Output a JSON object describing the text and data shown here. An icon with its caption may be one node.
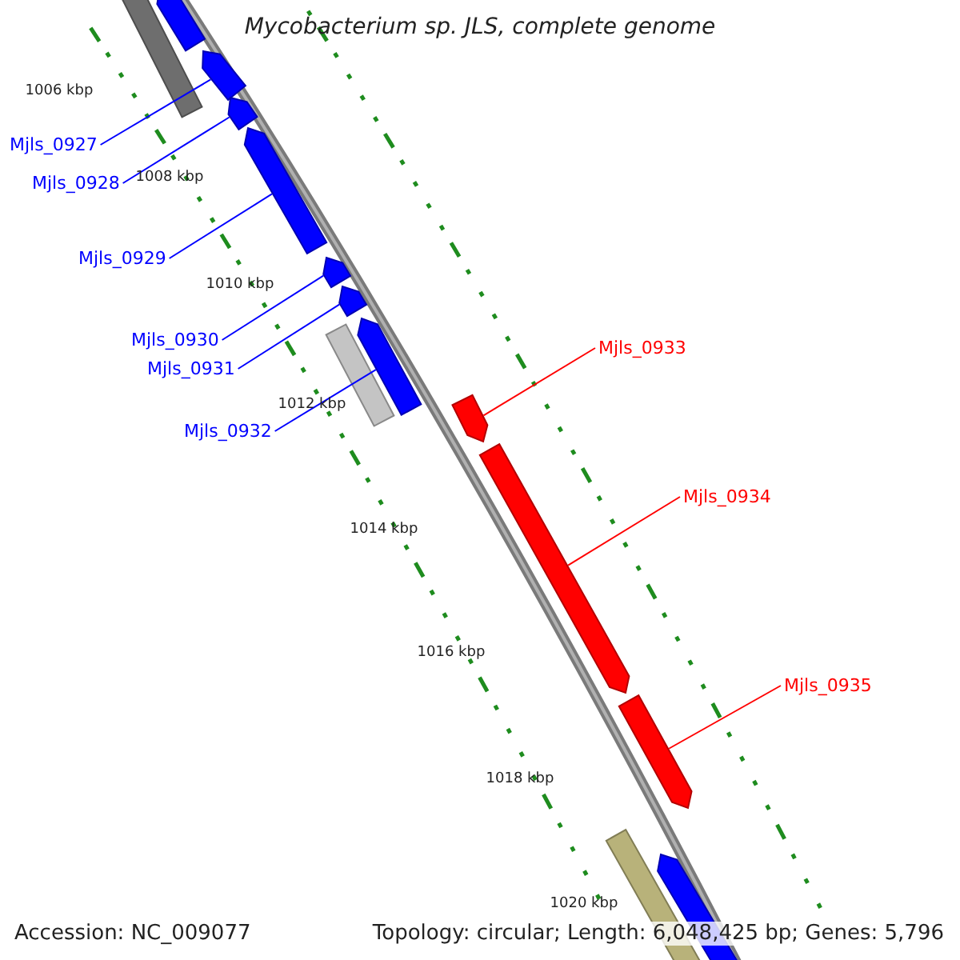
{
  "diagram": {
    "title": "Mycobacterium sp. JLS, complete genome",
    "nodes": [
      {
        "text": [
          "Mjls_0927"
        ]
      },
      {
        "text": [
          "Mjls_0928"
        ]
      },
      {
        "text": [
          "Mjls_0929"
        ]
      },
      {
        "text": [
          "Mjls_0930"
        ]
      },
      {
        "text": [
          "Mjls_0931"
        ]
      },
      {
        "text": [
          "Mjls_0932"
        ]
      },
      {
        "text": [
          "Mjls_0933"
        ]
      },
      {
        "text": [
          "Mjls_0934"
        ]
      },
      {
        "text": [
          "Mjls_0935"
        ]
      },
      {
        "text": [],
        "shape": "arrow"
      },
      {
        "text": [],
        "shape": "bar"
      },
      {
        "text": [],
        "shape": "arrow"
      },
      {
        "text": [],
        "shape": "arrow"
      },
      {
        "text": [],
        "shape": "arrow"
      },
      {
        "text": [],
        "shape": "arrow"
      },
      {
        "text": [],
        "shape": "arrow"
      },
      {
        "text": [],
        "shape": "bar"
      },
      {
        "text": [],
        "shape": "arrow"
      },
      {
        "text": [],
        "shape": "arrow"
      },
      {
        "text": [],
        "shape": "arrow"
      },
      {
        "text": [],
        "shape": "arrow"
      },
      {
        "text": [],
        "shape": "bar"
      },
      {
        "text": [],
        "shape": "arrow"
      }
    ],
    "edges": [
      {
        "from": 0,
        "to": 11,
        "arrow": "none"
      },
      {
        "from": 1,
        "to": 12,
        "arrow": "none"
      },
      {
        "from": 2,
        "to": 13,
        "arrow": "none"
      },
      {
        "from": 3,
        "to": 14,
        "arrow": "none"
      },
      {
        "from": 4,
        "to": 15,
        "arrow": "none"
      },
      {
        "from": 5,
        "to": 17,
        "arrow": "none"
      },
      {
        "from": 6,
        "to": 18,
        "arrow": "none",
        "color": "#ff0000"
      },
      {
        "from": 7,
        "to": 19,
        "arrow": "none",
        "color": "#ff0000"
      },
      {
        "from": 8,
        "to": 20,
        "arrow": "none",
        "color": "#ff0000"
      }
    ],
    "labels": [
      "1006 kbp",
      "1008 kbp",
      "1010 kbp",
      "1012 kbp",
      "1014 kbp",
      "1016 kbp",
      "1018 kbp",
      "1020 kbp",
      "Accession: NC_009077",
      "Topology: circular; Length: 6,048,425 bp; Genes: 5,796"
    ]
  }
}
